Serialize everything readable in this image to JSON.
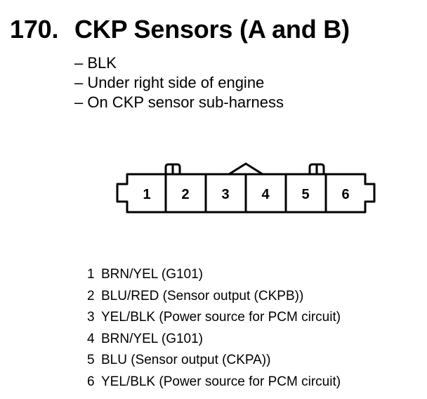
{
  "header": {
    "number": "170.",
    "title": "CKP Sensors (A and B)"
  },
  "notes": [
    "– BLK",
    "– Under right side of engine",
    "– On CKP sensor sub-harness"
  ],
  "connector": {
    "cells": [
      "1",
      "2",
      "3",
      "4",
      "5",
      "6"
    ]
  },
  "pins": [
    {
      "num": "1",
      "desc": "BRN/YEL (G101)"
    },
    {
      "num": "2",
      "desc": "BLU/RED (Sensor output (CKPB))"
    },
    {
      "num": "3",
      "desc": "YEL/BLK (Power source for PCM circuit)"
    },
    {
      "num": "4",
      "desc": "BRN/YEL (G101)"
    },
    {
      "num": "5",
      "desc": "BLU (Sensor output (CKPA))"
    },
    {
      "num": "6",
      "desc": "YEL/BLK (Power source for PCM circuit)"
    }
  ]
}
